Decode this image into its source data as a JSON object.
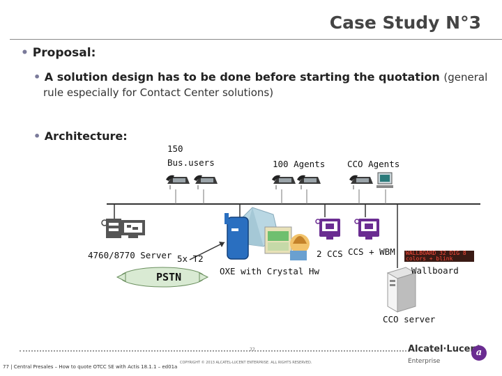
{
  "header": {
    "title": "Case Study N°3"
  },
  "content": {
    "proposal_label": "Proposal:",
    "solution_bold": "A solution design has to be done before starting the quotation",
    "solution_paren": "(general",
    "solution_line2": "rule especially for Contact Center solutions)",
    "architecture_label": "Architecture:"
  },
  "diagram": {
    "bus_users_count": "150",
    "bus_users_label": "Bus.users",
    "agents_label": "100 Agents",
    "cco_agents_label": "CCO Agents",
    "server_label": "4760/8770 Server",
    "t2_label": "5x T2",
    "pstn_label": "PSTN",
    "oxe_label": "OXE with Crystal Hw",
    "ccs_label": "2 CCS",
    "ccs_wbm_label": "CCS + WBM",
    "wallboard_label": "Wallboard",
    "wallboard_display": "WALLBOARD 32 DIG 8 colors + blink",
    "cco_server_label": "CCO server",
    "colors": {
      "ccs_terminal": "#6a2c91",
      "pstn_cloud": "#d9ead3",
      "server_icon": "#555555",
      "network_line": "#333333"
    }
  },
  "footer": {
    "left_text": "77 | Central Presales – How to quote OTCC SE with Actis 18.1.1 – ed01a",
    "copyright": "COPYRIGHT © 2013 ALCATEL-LUCENT ENTERPRISE. ALL RIGHTS RESERVED.",
    "page_number": "77",
    "brand_name": "Alcatel·Lucent",
    "brand_sub": "Enterprise"
  }
}
